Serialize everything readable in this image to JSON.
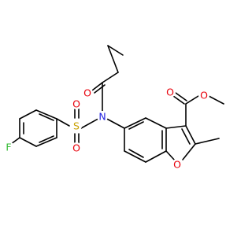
{
  "colors": {
    "carbon_bonds": "#000000",
    "oxygen": "#e8000b",
    "nitrogen": "#2020e0",
    "sulfur": "#c8a000",
    "fluorine": "#33bb33",
    "background": "#ffffff"
  },
  "atoms": {
    "o_amide": "O",
    "n_sulfonamide": "N",
    "s_sulfonyl": "S",
    "o_sulfonyl_top": "O",
    "o_sulfonyl_bottom": "O",
    "f_aryl": "F",
    "o_ester_carbonyl": "O",
    "o_ester_methoxy": "O",
    "o_furan": "O"
  }
}
